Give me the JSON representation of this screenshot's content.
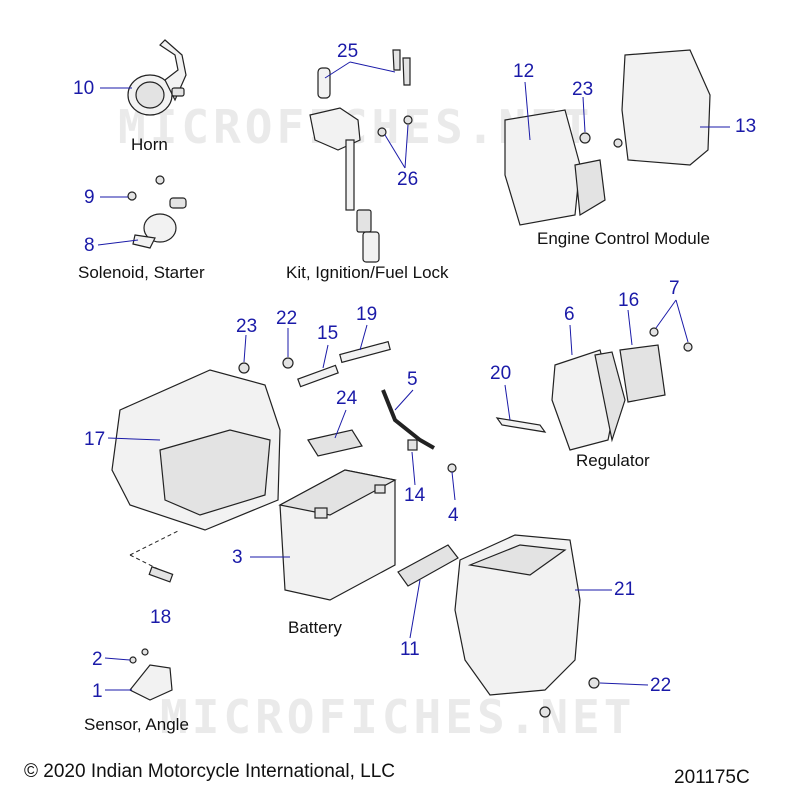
{
  "watermark": "MICROFICHES.NET",
  "captions": {
    "horn": "Horn",
    "solenoid": "Solenoid, Starter",
    "ignition": "Kit, Ignition/Fuel Lock",
    "ecm": "Engine Control Module",
    "regulator": "Regulator",
    "battery": "Battery",
    "sensor": "Sensor, Angle"
  },
  "callouts": {
    "c10": "10",
    "c9": "9",
    "c8": "8",
    "c25": "25",
    "c26": "26",
    "c12": "12",
    "c23a": "23",
    "c13": "13",
    "c23b": "23",
    "c22a": "22",
    "c15": "15",
    "c19": "19",
    "c17": "17",
    "c24": "24",
    "c5": "5",
    "c14": "14",
    "c4": "4",
    "c3": "3",
    "c18": "18",
    "c11": "11",
    "c21": "21",
    "c22b": "22",
    "c6": "6",
    "c16": "16",
    "c7": "7",
    "c20": "20",
    "c2": "2",
    "c1": "1"
  },
  "footer": {
    "copyright": "© 2020 Indian Motorcycle International, LLC",
    "figure_id": "201175C"
  }
}
